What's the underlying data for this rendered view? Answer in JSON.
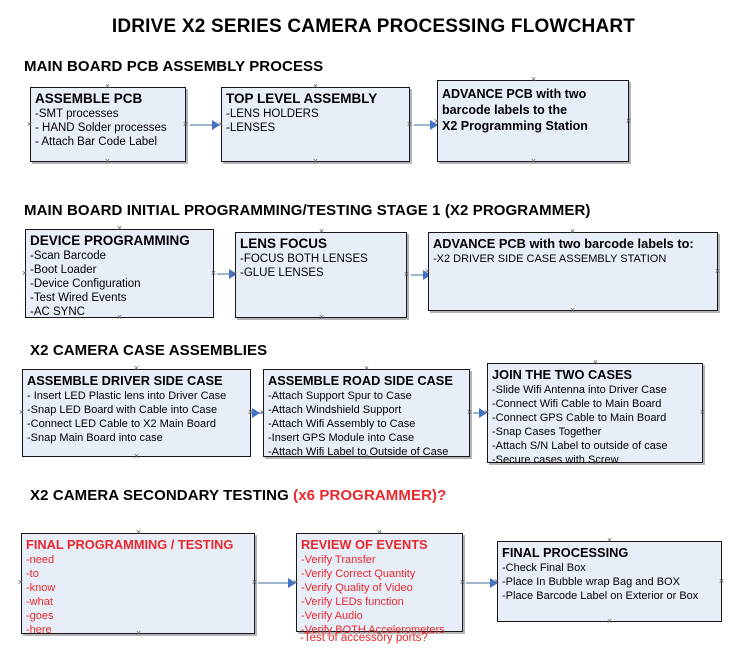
{
  "document": {
    "title": "IDRIVE X2  SERIES CAMERA PROCESSING FLOWCHART"
  },
  "sections": [
    {
      "id": "main-board-pcb-assembly",
      "heading": "MAIN BOARD PCB ASSEMBLY PROCESS",
      "heading_suffix": "",
      "boxes": [
        {
          "id": "assemble-pcb",
          "title": "ASSEMBLE PCB",
          "lines": [
            "-SMT processes",
            "- HAND Solder processes",
            "- Attach Bar Code Label"
          ]
        },
        {
          "id": "top-level-assembly",
          "title": "TOP LEVEL ASSEMBLY",
          "lines": [
            "-LENS HOLDERS",
            "-LENSES"
          ]
        },
        {
          "id": "advance-pcb-programming-station",
          "title": "",
          "lines": [
            "ADVANCE PCB with two",
            "barcode labels to the",
            " X2 Programming Station"
          ]
        }
      ]
    },
    {
      "id": "main-board-initial-programming",
      "heading": "MAIN BOARD INITIAL PROGRAMMING/TESTING STAGE 1 (X2 PROGRAMMER)",
      "heading_suffix": "",
      "boxes": [
        {
          "id": "device-programming",
          "title": "DEVICE PROGRAMMING",
          "lines": [
            "-Scan Barcode",
            "-Boot Loader",
            "-Device Configuration",
            "-Test Wired Events",
            "-AC SYNC"
          ]
        },
        {
          "id": "lens-focus",
          "title": "LENS FOCUS",
          "lines": [
            "-FOCUS BOTH LENSES",
            "-GLUE LENSES"
          ]
        },
        {
          "id": "advance-pcb-driver-side-case",
          "title": "ADVANCE PCB with two barcode labels to:",
          "lines": [
            "-X2 DRIVER  SIDE  CASE  ASSEMBLY STATION"
          ]
        }
      ]
    },
    {
      "id": "x2-camera-case-assemblies",
      "heading": "X2 CAMERA CASE ASSEMBLIES",
      "heading_suffix": "",
      "boxes": [
        {
          "id": "assemble-driver-side-case",
          "title": "ASSEMBLE DRIVER SIDE CASE",
          "lines": [
            "- Insert LED Plastic lens into Driver Case",
            "-Snap LED Board with Cable into Case",
            "-Connect LED Cable to X2 Main Board",
            "-Snap Main Board into case"
          ]
        },
        {
          "id": "assemble-road-side-case",
          "title": "ASSEMBLE ROAD SIDE CASE",
          "lines": [
            "-Attach Support Spur to Case",
            "-Attach Windshield Support",
            "-Attach Wifi Assembly to Case",
            "-Insert GPS Module into Case",
            "-Attach Wifi Label to Outside of Case"
          ]
        },
        {
          "id": "join-the-two-cases",
          "title": "JOIN THE TWO CASES",
          "lines": [
            "-Slide Wifi Antenna into Driver Case",
            "-Connect Wifi Cable to Main Board",
            "-Connect GPS Cable to Main Board",
            "-Snap Cases Together",
            "-Attach S/N Label to outside of case",
            "-Secure cases with Screw"
          ]
        }
      ]
    },
    {
      "id": "x2-camera-secondary-testing",
      "heading": "X2 CAMERA SECONDARY TESTING ",
      "heading_suffix": "(x6 PROGRAMMER)?",
      "boxes": [
        {
          "id": "final-programming-testing",
          "title": "FINAL PROGRAMMING / TESTING",
          "lines": [
            "-need",
            "-to",
            "-know",
            "-what",
            "-goes",
            "-here"
          ]
        },
        {
          "id": "review-of-events",
          "title": "REVIEW OF EVENTS",
          "lines": [
            "-Verify Transfer",
            "-Verify Correct Quantity",
            "-Verify Quality of Video",
            "-Verify LEDs function",
            "-Verify Audio",
            "-Verify BOTH Accelerometers"
          ],
          "overflow_line": "-Test of accessory ports?"
        },
        {
          "id": "final-processing",
          "title": "FINAL PROCESSING",
          "lines": [
            " -Check Final Box",
            "-Place In Bubble wrap Bag and BOX",
            "-Place Barcode Label on Exterior or Box"
          ]
        }
      ]
    }
  ],
  "colors": {
    "box_fill": "#e8eef7",
    "box_border": "#17171a",
    "connector_line": "#9fb6d0",
    "arrowhead": "#4472c4",
    "red_text": "#e8282d",
    "handle_mark": "#5a5a62"
  }
}
